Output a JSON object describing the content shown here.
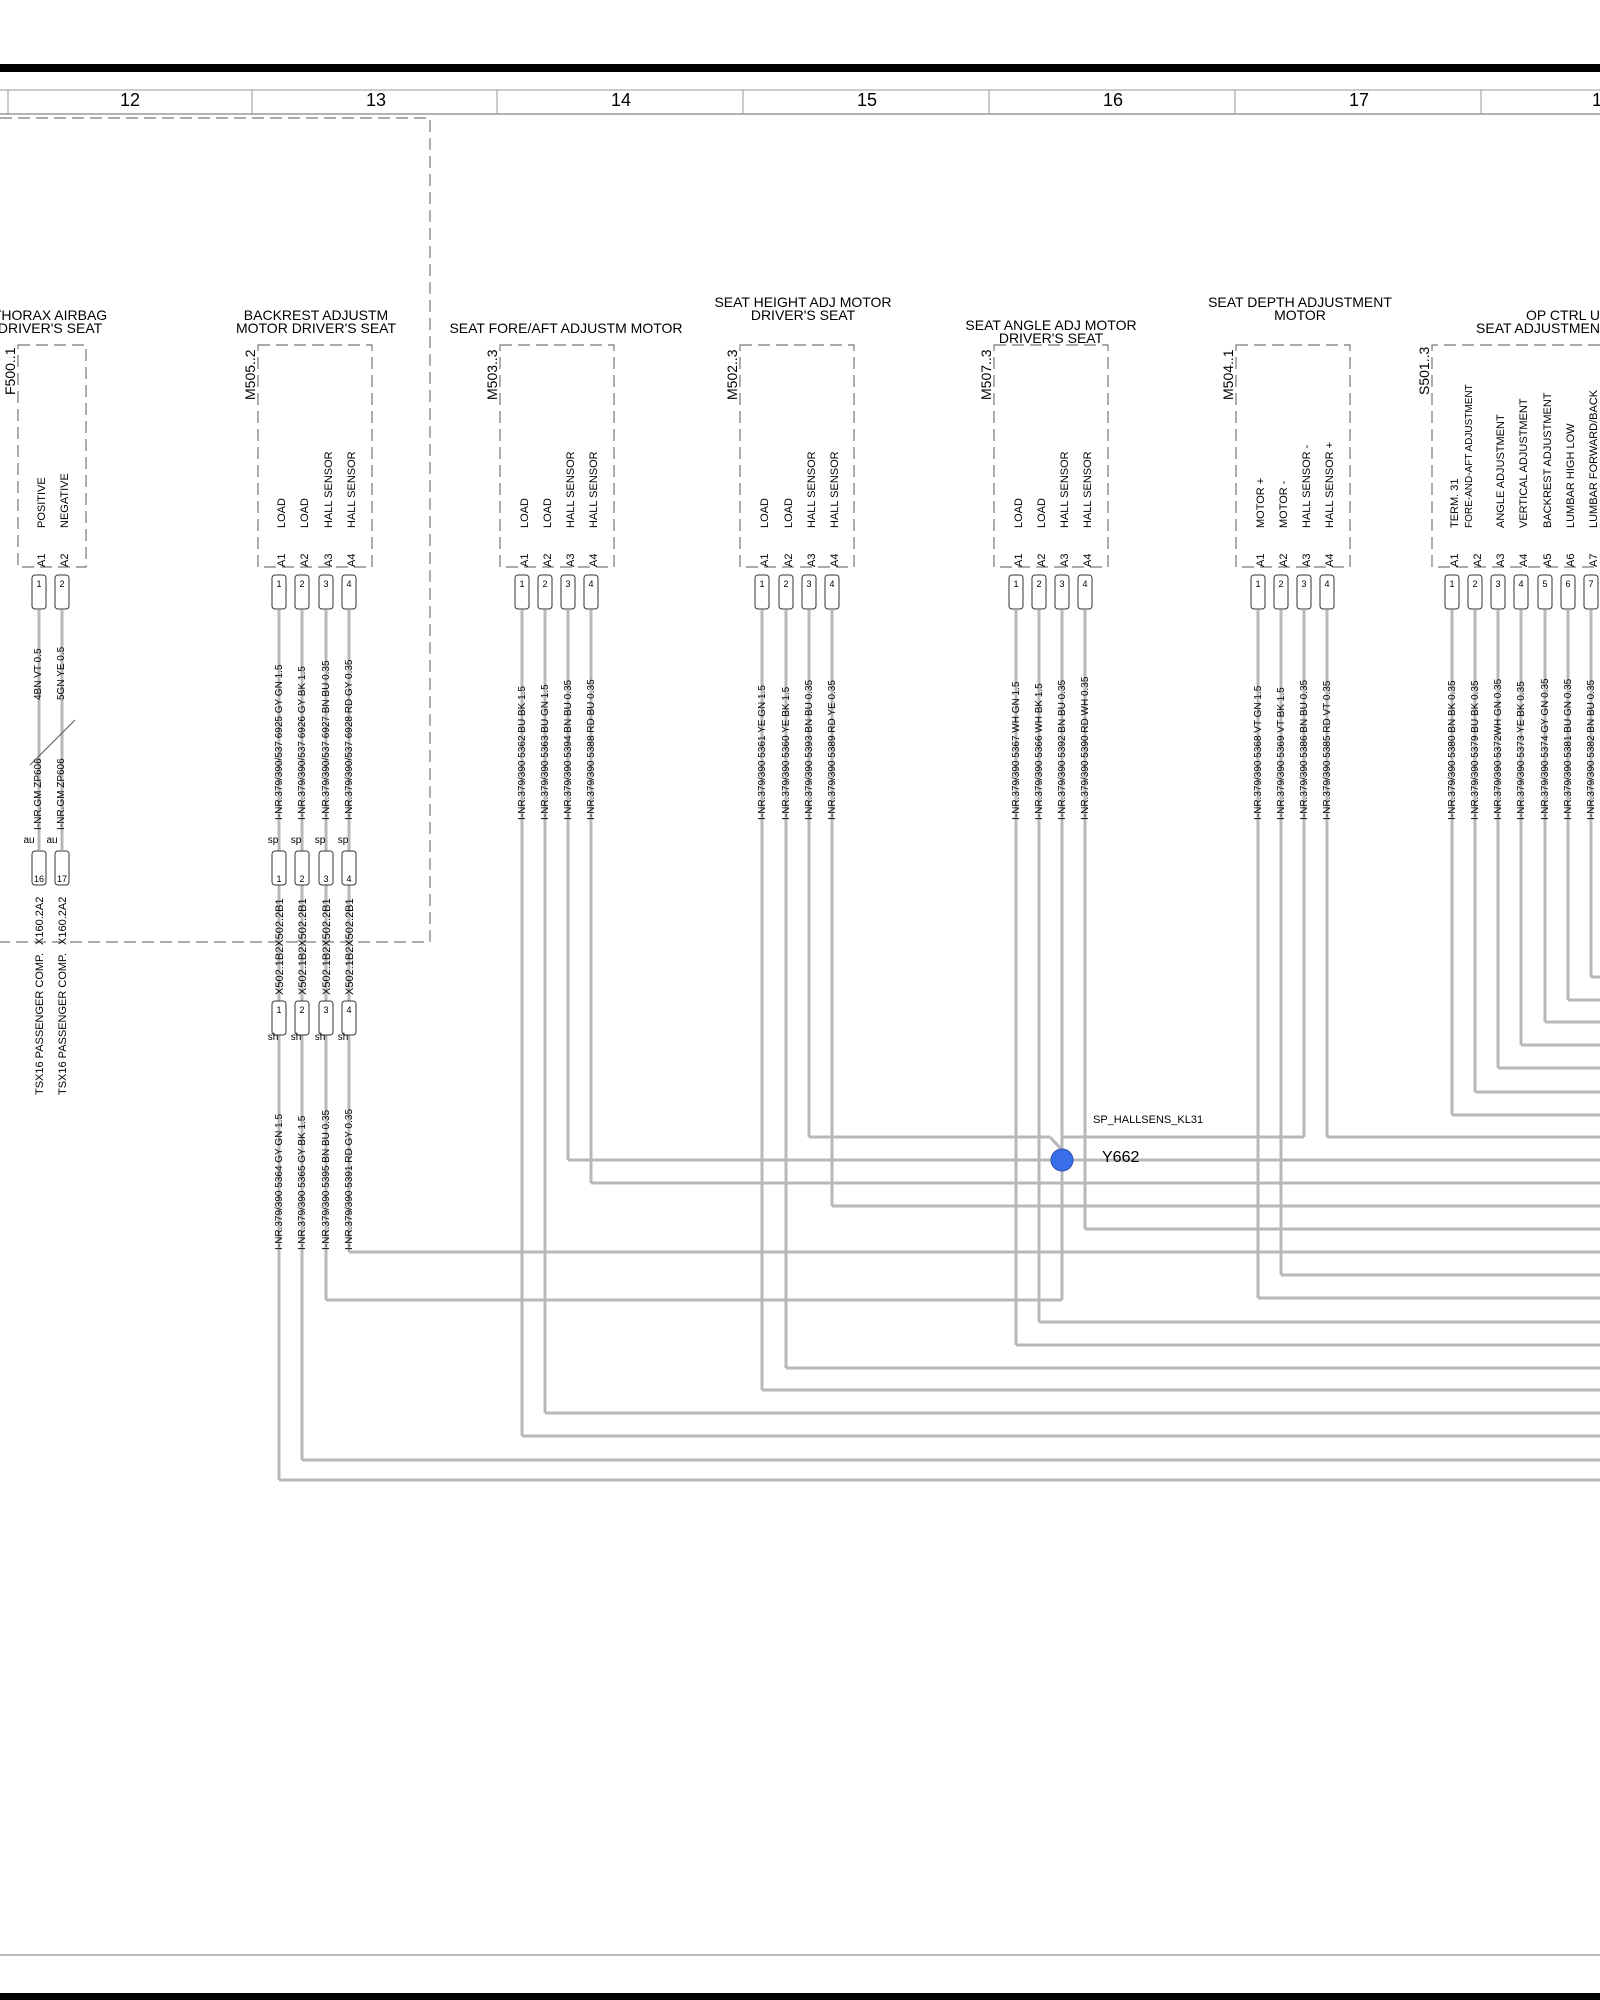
{
  "grid_columns": [
    "12",
    "13",
    "14",
    "15",
    "16",
    "17",
    "1"
  ],
  "components": [
    {
      "title": [
        "THORAX AIRBAG",
        "DRIVER'S SEAT"
      ],
      "ref": "F500..1",
      "pin_labels": [
        "A1",
        "A2"
      ],
      "functions": [
        "POSITIVE",
        "NEGATIVE"
      ],
      "pins": [
        "1",
        "2"
      ],
      "wire_labels": [
        "4BN VT 0.5",
        "5GN YE 0.5"
      ],
      "lower_labels": [
        "I-NR.GM  ZP606",
        "I-NR.GM  ZP606"
      ],
      "splice_tag": "au",
      "lower_pins": [
        "16",
        "17"
      ],
      "connectors": [
        "X160.2A2",
        "X160.2A2"
      ],
      "notes": [
        "TSX16 PASSENGER COMP.",
        "TSX16 PASSENGER COMP."
      ]
    },
    {
      "title": [
        "BACKREST ADJUSTM",
        "MOTOR DRIVER'S SEAT"
      ],
      "ref": "M505..2",
      "pin_labels": [
        "A1",
        "A2",
        "A3",
        "A4"
      ],
      "functions": [
        "LOAD",
        "LOAD",
        "HALL SENSOR",
        "HALL SENSOR"
      ],
      "pins": [
        "1",
        "2",
        "3",
        "4"
      ],
      "wire_labels": [
        "I-NR.379/390/537  6925  GY GN 1.5",
        "I-NR.379/390/537  6926  GY BK 1.5",
        "I-NR.379/390/537  6927  BN BU 0.35",
        "I-NR.379/390/537  6928 RD GY 0.35"
      ],
      "splice_tag": "sp",
      "lower_pins": [
        "1",
        "2",
        "3",
        "4"
      ],
      "connectors": [
        "X502.1B2X502.2B1",
        "X502.1B2X502.2B1",
        "X502.1B2X502.2B1",
        "X502.1B2X502.2B1"
      ],
      "shield_tag": "sh",
      "lower_wire_labels": [
        "I-NR.379/390  5364  GY GN 1.5",
        "I-NR.379/390  5365  GY BK 1.5",
        "I-NR.379/390  5395  BN BU 0.35",
        "I-NR.379/390  5391  RD GY 0.35"
      ]
    },
    {
      "title": [
        "SEAT FORE/AFT ADJUSTM MOTOR"
      ],
      "ref": "M503..3",
      "pin_labels": [
        "A1",
        "A2",
        "A3",
        "A4"
      ],
      "functions": [
        "LOAD",
        "LOAD",
        "HALL SENSOR",
        "HALL SENSOR"
      ],
      "pins": [
        "1",
        "2",
        "3",
        "4"
      ],
      "wire_labels": [
        "I-NR.379/390  5362  BU BK 1.5",
        "I-NR.379/390  5363  BU GN 1.5",
        "I-NR.379/390  5394  BN BU 0.35",
        "I-NR.379/390  5388  RD BU 0.35"
      ]
    },
    {
      "title": [
        "SEAT HEIGHT ADJ MOTOR",
        "DRIVER'S SEAT"
      ],
      "ref": "M502..3",
      "pin_labels": [
        "A1",
        "A2",
        "A3",
        "A4"
      ],
      "functions": [
        "LOAD",
        "LOAD",
        "HALL SENSOR",
        "HALL SENSOR"
      ],
      "pins": [
        "1",
        "2",
        "3",
        "4"
      ],
      "wire_labels": [
        "I-NR.379/390  5361  YE GN 1.5",
        "I-NR.379/390  5360  YE BK 1.5",
        "I-NR.379/390  5393  BN BU 0.35",
        "I-NR.379/390  5389  RD YE 0.35"
      ]
    },
    {
      "title": [
        "SEAT ANGLE ADJ MOTOR",
        "DRIVER'S SEAT"
      ],
      "ref": "M507..3",
      "pin_labels": [
        "A1",
        "A2",
        "A3",
        "A4"
      ],
      "functions": [
        "LOAD",
        "LOAD",
        "HALL SENSOR",
        "HALL SENSOR"
      ],
      "pins": [
        "1",
        "2",
        "3",
        "4"
      ],
      "wire_labels": [
        "I-NR.379/390  5367  WH GN 1.5",
        "I-NR.379/390  5366  WH BK 1.5",
        "I-NR.379/390  5392  BN BU 0.35",
        "I-NR.379/390  5390 RD WH 0.35"
      ]
    },
    {
      "title": [
        "SEAT DEPTH ADJUSTMENT",
        "MOTOR"
      ],
      "ref": "M504..1",
      "pin_labels": [
        "A1",
        "A2",
        "A3",
        "A4"
      ],
      "functions": [
        "MOTOR +",
        "MOTOR -",
        "HALL SENSOR -",
        "HALL SENSOR +"
      ],
      "pins": [
        "1",
        "2",
        "3",
        "4"
      ],
      "wire_labels": [
        "I-NR.379/390  5368  VT GN 1.5",
        "I-NR.379/390  5369  VT BK 1.5",
        "I-NR.379/390  5386  BN BU 0.35",
        "I-NR.379/390  5385  RD VT 0.35"
      ]
    },
    {
      "title": [
        "OP CTRL U",
        "SEAT ADJUSTMEN"
      ],
      "ref": "S501..3",
      "pin_labels": [
        "A1",
        "A2",
        "A3",
        "A4",
        "A5",
        "A6",
        "A7"
      ],
      "functions": [
        "TERM. 31",
        "FORE-AND-AFT ADJUSTMENT",
        "ANGLE ADJUSTMENT",
        "VERTICAL ADJUSTMENT",
        "BACKREST ADJUSTMENT",
        "LUMBAR HIGH LOW",
        "LUMBAR FORWARD/BACK"
      ],
      "pins": [
        "1",
        "2",
        "3",
        "4",
        "5",
        "6",
        "7"
      ],
      "wire_labels": [
        "I-NR.379/390  5380  BN BK 0.35",
        "I-NR.379/390  5379  BU BK 0.35",
        "I-NR.379/390  5372WH GN 0.35",
        "I-NR.379/390  5373  YE BK 0.35",
        "I-NR.379/390  5374  GY GN 0.35",
        "I-NR.379/390  5381  BU GN 0.35",
        "I-NR.379/390  5382  BN BU 0.35"
      ]
    }
  ],
  "splice": {
    "name": "SP_HALLSENS_KL31",
    "id": "Y662",
    "color": "#3a6ee8"
  },
  "colors": {
    "wire": "#b8b8b8",
    "frame": "#000000",
    "box_border": "#777777"
  }
}
